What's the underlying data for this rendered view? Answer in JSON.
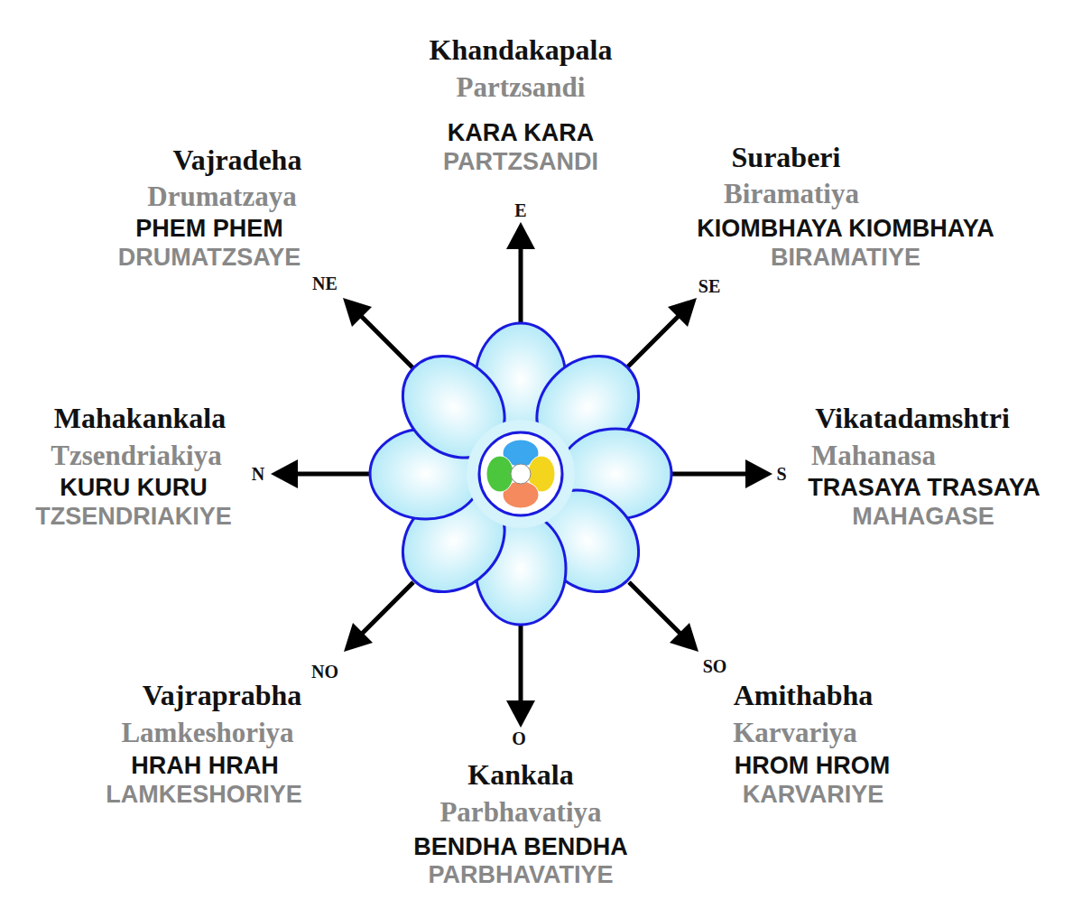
{
  "diagram": {
    "labels": [
      "Khandakapala",
      "Partzsandi",
      "KARA KARA",
      "PARTZSANDI",
      "E",
      "Vajradeha",
      "Drumatzaya",
      "PHEM PHEM",
      "DRUMATZSAYE",
      "Suraberi",
      "Biramatiya",
      "KIOMBHAYA KIOMBHAYA",
      "BIRAMATIYE",
      "NE",
      "SE",
      "Mahakankala",
      "Tzsendriakiya",
      "KURU KURU",
      "TZSENDRIAKIYE",
      "N",
      "S",
      "Vikatadamshtri",
      "Mahanasa",
      "TRASAYA TRASAYA",
      "MAHAGASE",
      "NO",
      "SO",
      "Vajraprabha",
      "Lamkeshoriya",
      "HRAH HRAH",
      "LAMKESHORIYE",
      "Amithabha",
      "Karvariya",
      "HROM HROM",
      "KARVARIYE",
      "O",
      "Kankala",
      "Parbhavatiya",
      "BENDHA BENDHA",
      "PARBHAVATIYE"
    ]
  }
}
